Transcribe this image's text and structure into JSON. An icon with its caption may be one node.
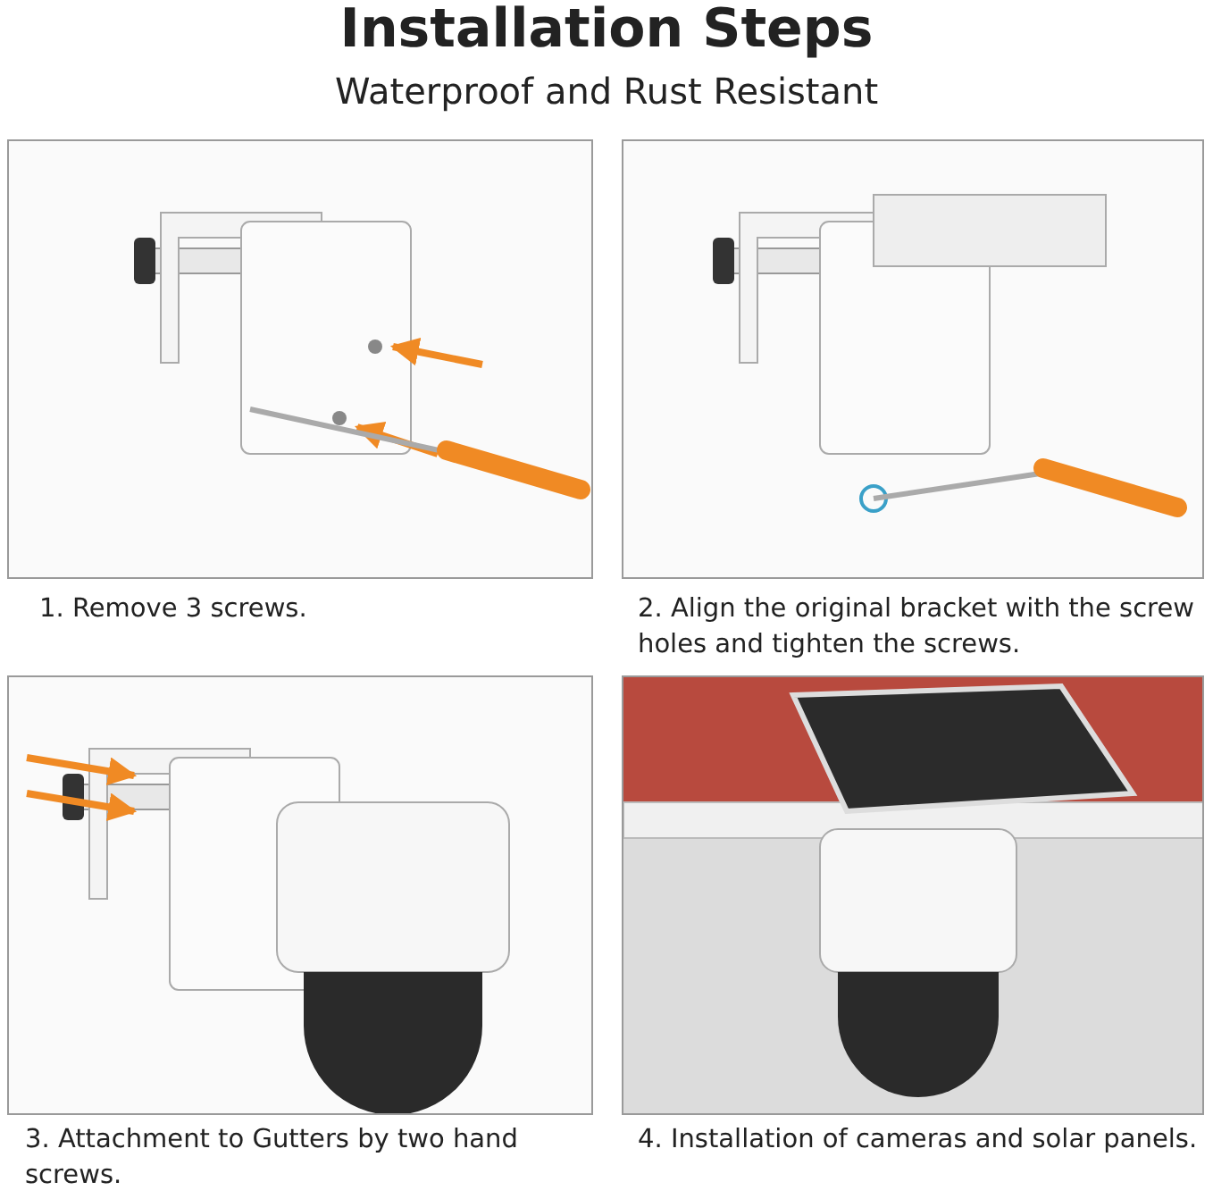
{
  "diagram": {
    "title": "Installation Steps",
    "labels": [
      "Waterproof and Rust Resistant",
      "1. Remove 3 screws.",
      "2. Align the original bracket with the screw holes and tighten the screws.",
      "3. Attachment to Gutters by two hand screws.",
      "4. Installation of cameras and solar panels."
    ]
  }
}
